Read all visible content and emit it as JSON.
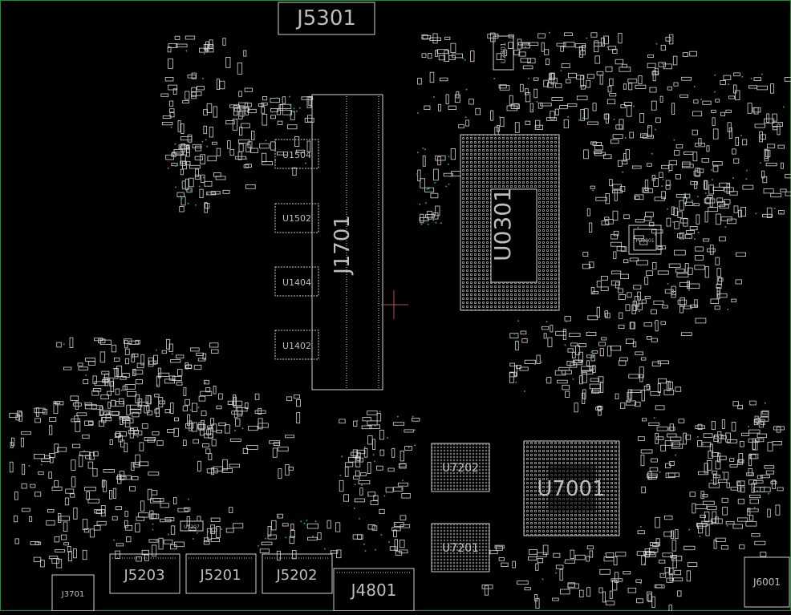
{
  "board": {
    "border_color": "#1f8f2a",
    "background": "#000000",
    "silk_color": "#d0d0d0",
    "via_color": "#1aa37a"
  },
  "components": {
    "J5301": "J5301",
    "U2801": "U2801",
    "J1701": "J1701",
    "U1504": "U1504",
    "U1502": "U1502",
    "U1404": "U1404",
    "U1402": "U1402",
    "U0301": "U0301",
    "PU8001": "PU8001",
    "U7202": "U7202",
    "U7201": "U7201",
    "U7001": "U7001",
    "U5207": "U5207",
    "J5203": "J5203",
    "J5201": "J5201",
    "J5202": "J5202",
    "J4801": "J4801",
    "J3701": "J3701",
    "J6001": "J6001"
  }
}
